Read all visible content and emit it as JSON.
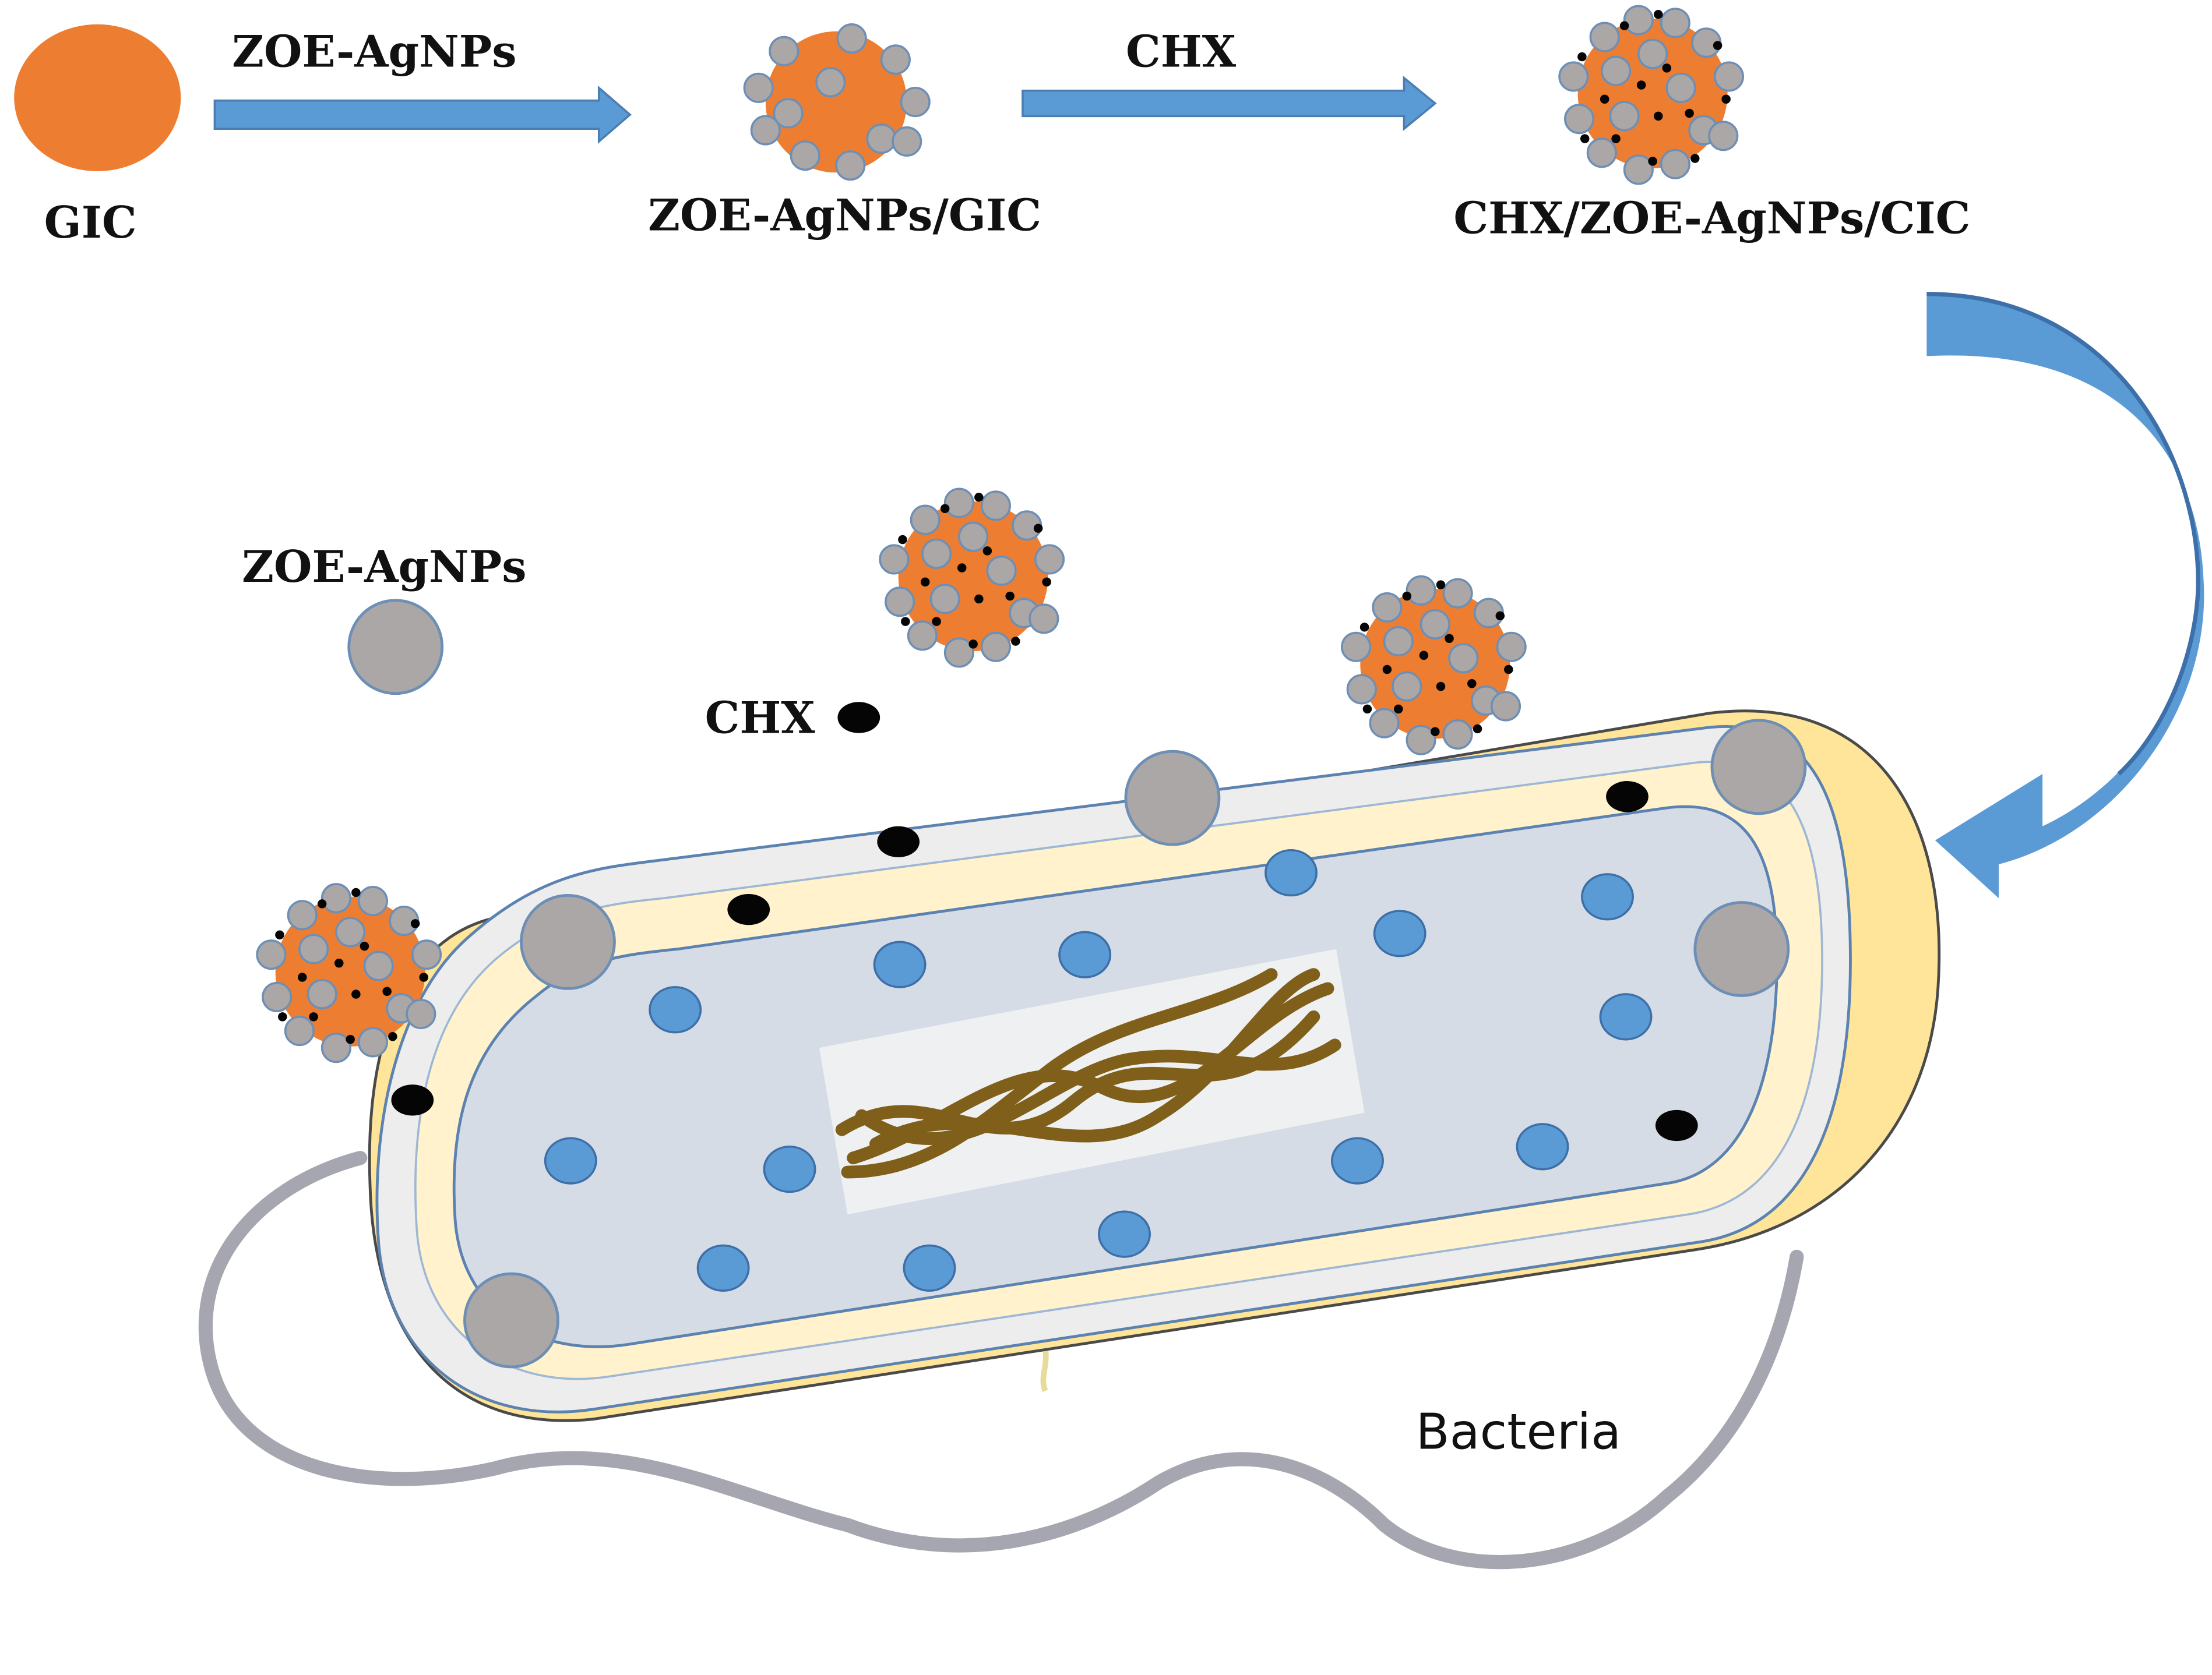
{
  "labels": {
    "gic": "GIC",
    "arrow1": "ZOE-AgNPs",
    "zoe_gic": "ZOE-AgNPs/GIC",
    "arrow2": "CHX",
    "chx_zoe_cic": "CHX/ZOE-AgNPs/CIC",
    "legend_agnp": "ZOE-AgNPs",
    "legend_chx": "CHX",
    "bacteria": "Bacteria"
  },
  "colors": {
    "gic_orange": "#ED7D31",
    "agnp_gray": "#ABA7A6",
    "agnp_stroke": "#6E8FB5",
    "chx_black": "#050505",
    "arrow_blue": "#5B9BD5",
    "arrow_blue_dark": "#3D6FA8",
    "capsule_yellow": "#FFE599",
    "wall_gray": "#EDEDED",
    "cytoplasm": "#D6DCE5",
    "ribosome_blue": "#5B9BD5",
    "dna_brown": "#7F5F1A",
    "flagellum_gray": "#A6A6B0"
  }
}
